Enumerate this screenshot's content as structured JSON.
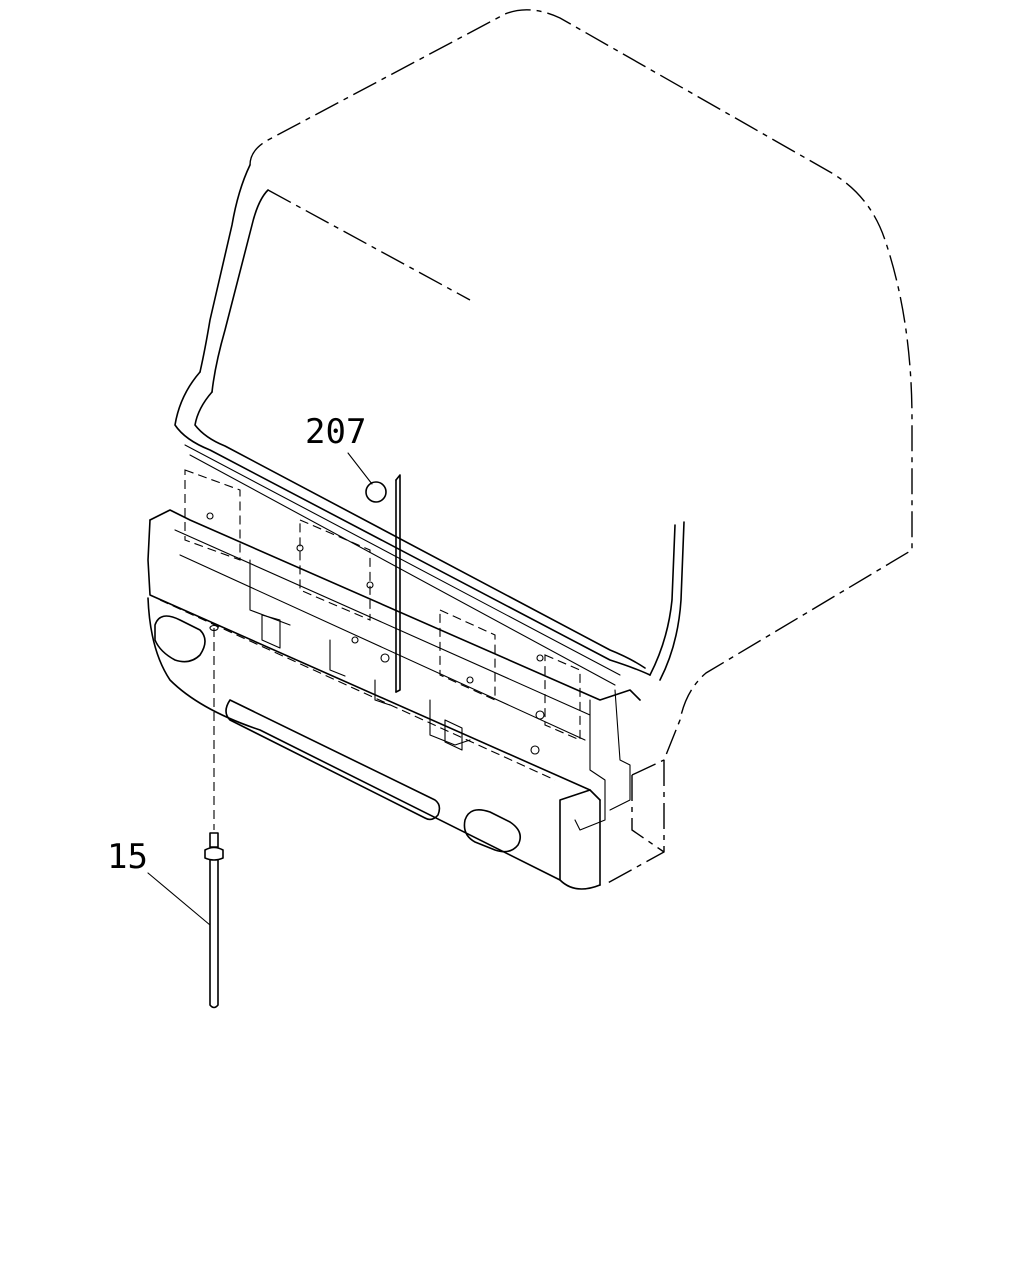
{
  "callouts": [
    {
      "id": "part-207",
      "label": "207"
    },
    {
      "id": "part-15",
      "label": "15"
    }
  ],
  "colors": {
    "line": "#000000",
    "background": "#ffffff"
  }
}
